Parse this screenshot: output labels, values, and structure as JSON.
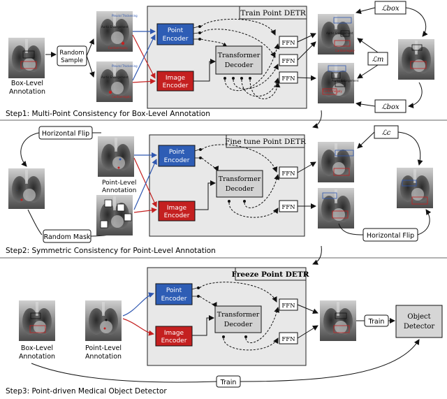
{
  "step1": {
    "title": "Step1: Multi-Point Consistency for Box-Level Annotation",
    "panel_title": "Train Point DETR",
    "box_label_line1": "Box-Level",
    "box_label_line2": "Annotation",
    "random_sample": [
      "Random",
      "Sample"
    ],
    "loss_box_top": "ℒbox",
    "loss_m": "ℒm",
    "loss_box_bottom": "ℒbox"
  },
  "step2": {
    "title": "Step2: Symmetric Consistency for Point-Level Annotation",
    "panel_title": "Fine tune Point DETR",
    "horizontal_flip_left": "Horizontal Flip",
    "random_mask": "Random Mask",
    "point_label_line1": "Point-Level",
    "point_label_line2": "Annotation",
    "loss_c": "ℒc",
    "horizontal_flip_right": "Horizontal Flip"
  },
  "step3": {
    "title": "Step3: Point-driven Medical Object Detector",
    "panel_title": "Freeze Point DETR",
    "box_label_line1": "Box-Level",
    "box_label_line2": "Annotation",
    "point_label_line1": "Point-Level",
    "point_label_line2": "Annotation",
    "train_right": "Train",
    "train_bottom": "Train",
    "detector_line1": "Object",
    "detector_line2": "Detector"
  },
  "common": {
    "point_encoder": [
      "Point",
      "Encoder"
    ],
    "image_encoder": [
      "Image",
      "Encoder"
    ],
    "transformer_decoder": [
      "Transformer",
      "Decoder"
    ],
    "ffn": "FFN"
  },
  "thumb_labels": {
    "aortic": "Aortic Enlargement",
    "cardio": "Cardiomegaly",
    "pleural": "Pleural Thickening"
  },
  "colors": {
    "point_encoder": "#2e5db5",
    "image_encoder": "#c42020",
    "panel_bg": "#e8e8e8",
    "blue_arrow": "#2f57b0",
    "red_arrow": "#c42020"
  }
}
